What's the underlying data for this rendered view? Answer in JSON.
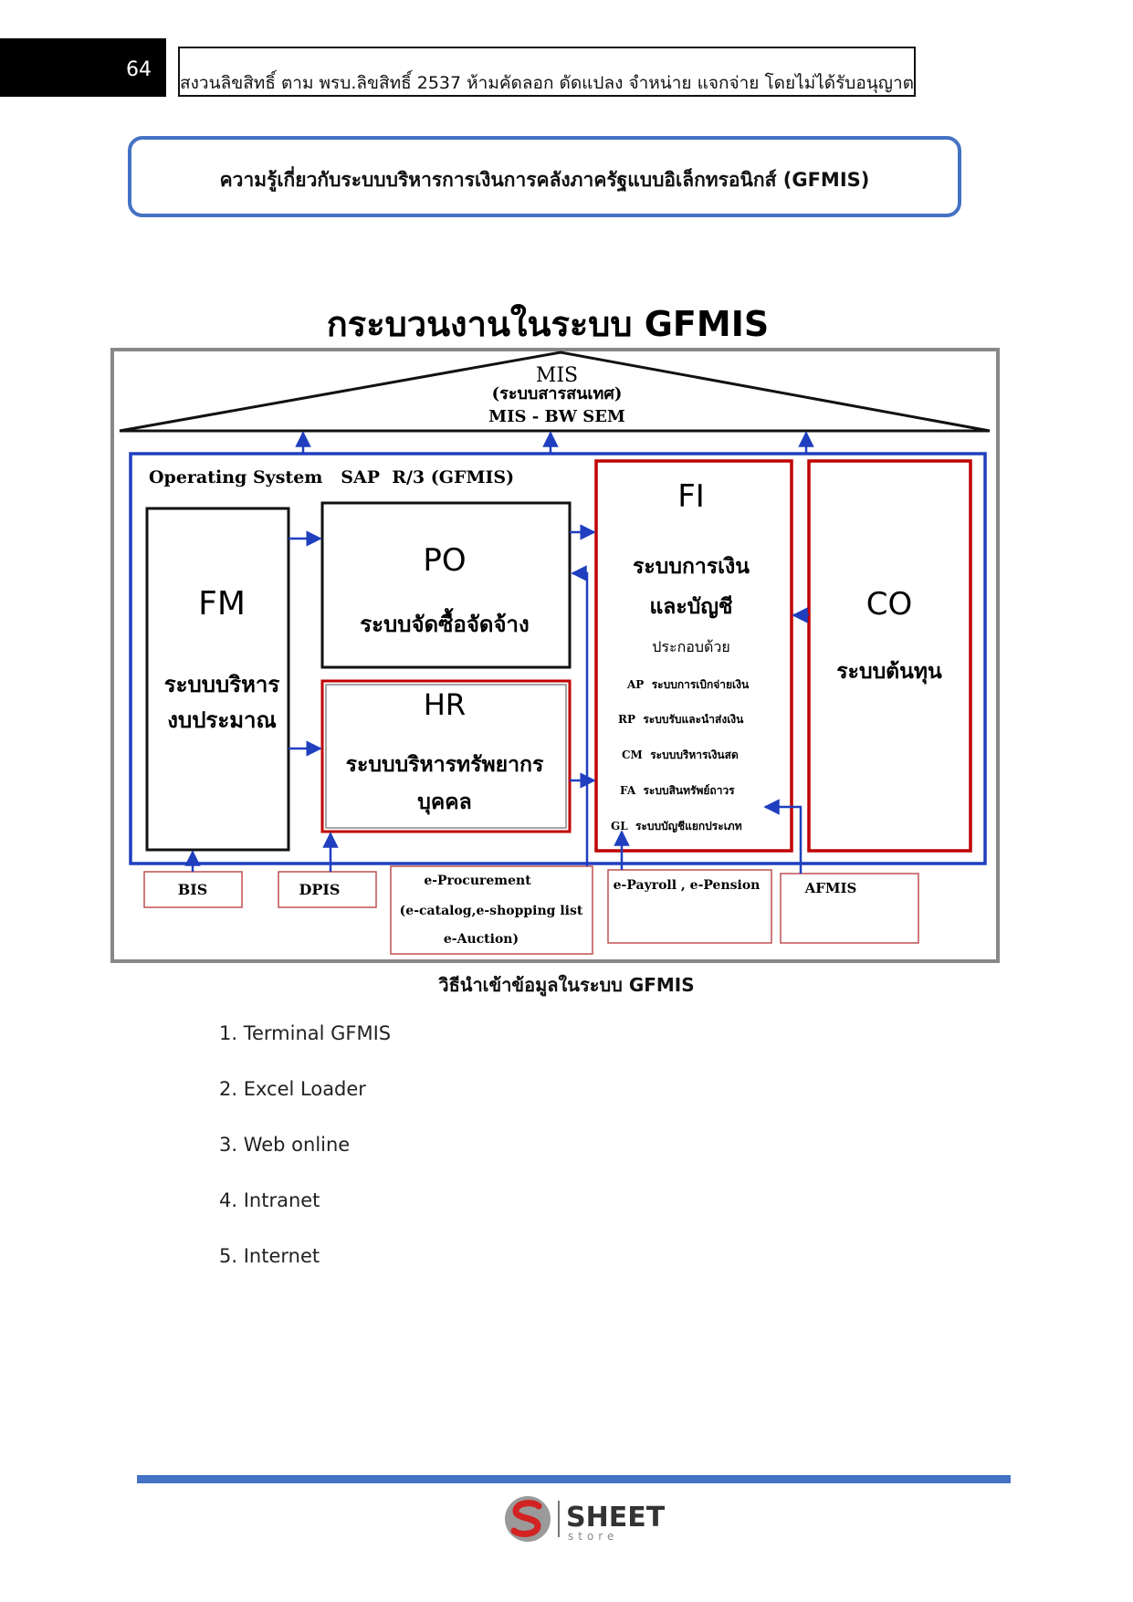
{
  "header": {
    "page_number": "64",
    "copyright": "สงวนลิขสิทธิ์ ตาม พรบ.ลิขสิทธิ์ 2537 ห้ามคัดลอก ดัดแปลง จำหน่าย แจกจ่าย โดยไม่ได้รับอนุญาต"
  },
  "section_heading": "ความรู้เกี่ยวกับระบบบริหารการเงินการคลังภาครัฐแบบอิเล็กทรอนิกส์ (GFMIS)",
  "diagram": {
    "title": "กระบวนงานในระบบ GFMIS",
    "mis": {
      "name": "MIS",
      "thai": "(ระบบสารสนเทศ)",
      "sub": "MIS - BW SEM"
    },
    "os_label": "Operating System   SAP  R/3 (GFMIS)",
    "fm": {
      "code": "FM",
      "line1": "ระบบบริหาร",
      "line2": "งบประมาณ"
    },
    "po": {
      "code": "PO",
      "name": "ระบบจัดซื้อจัดจ้าง"
    },
    "hr": {
      "code": "HR",
      "line1": "ระบบบริหารทรัพยากร",
      "line2": "บุคคล"
    },
    "fi": {
      "code": "FI",
      "line1": "ระบบการเงิน",
      "line2": "และบัญชี",
      "consists_of": "ประกอบด้วย",
      "modules": [
        "AP  ระบบการเบิกจ่ายเงิน",
        "RP  ระบบรับและนำส่งเงิน",
        "CM  ระบบบริหารเงินสด",
        "FA  ระบบสินทรัพย์ถาวร",
        "GL  ระบบบัญชีแยกประเภท"
      ]
    },
    "co": {
      "code": "CO",
      "name": "ระบบต้นทุน"
    },
    "inputs": {
      "bis": "BIS",
      "dpis": "DPIS",
      "eproc_1": "e-Procurement",
      "eproc_2": "(e-catalog,e-shopping list",
      "eproc_3": "e-Auction)",
      "epay": "e-Payroll , e-Pension",
      "afmis": "AFMIS"
    }
  },
  "methods_caption": "วิธีนำเข้าข้อมูลในระบบ GFMIS",
  "methods": [
    "1. Terminal GFMIS",
    "2. Excel Loader",
    "3. Web online",
    "4. Intranet",
    "5. Internet"
  ],
  "footer": {
    "logo_word": "SHEET",
    "logo_sub": "store"
  },
  "colors": {
    "accent_blue": "#4472c4",
    "diagram_blue": "#1f3fbf",
    "diagram_red": "#c00000"
  }
}
